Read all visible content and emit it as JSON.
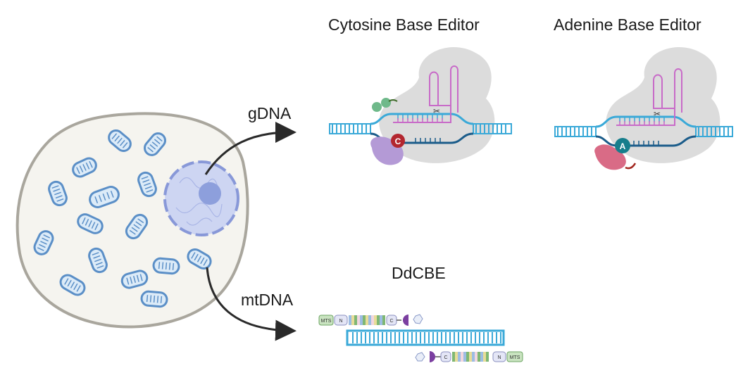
{
  "titles": {
    "cbe": "Cytosine Base Editor",
    "abe": "Adenine Base Editor",
    "ddcbe": "DdCBE"
  },
  "arrows": {
    "gdna": "gDNA",
    "mtdna": "mtDNA"
  },
  "cbe": {
    "deaminase_letter": "C"
  },
  "abe": {
    "deaminase_letter": "A"
  },
  "ddcbe": {
    "top": {
      "mts": "MTS",
      "n": "N",
      "c": "C"
    },
    "bottom": {
      "mts": "MTS",
      "n": "N",
      "c": "C"
    }
  },
  "colors": {
    "cell_fill": "#f5f4ef",
    "cell_stroke": "#a9a69d",
    "mito": "#5b8fc7",
    "nucleus": "#a9b5e6",
    "dna": "#3aa9d8",
    "dna_dark": "#1b5c8a",
    "grna": "#c86bc8",
    "cas": "#d9d9d9",
    "c_badge": "#b3262f",
    "a_badge": "#167e8c",
    "deaminase_purple": "#a88ad0",
    "deaminase_pink": "#d96b86"
  }
}
